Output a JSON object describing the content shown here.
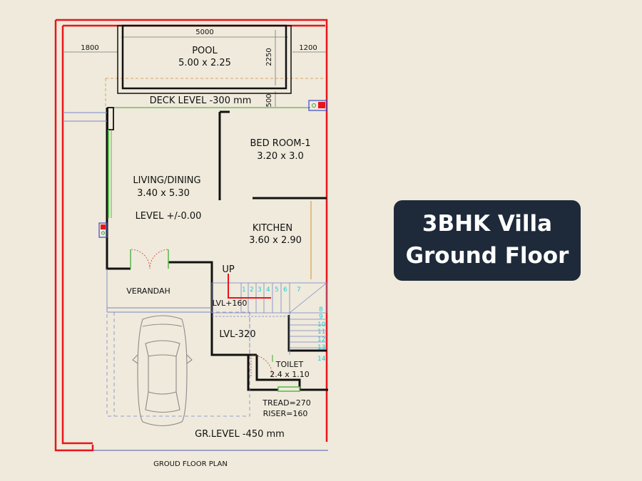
{
  "banner": {
    "line1": "3BHK Villa",
    "line2": "Ground Floor"
  },
  "plan": {
    "caption": "GROUD FLOOR PLAN",
    "dims": {
      "pool_width": "5000",
      "left_setback": "1800",
      "right_setback": "1200",
      "pool_depth": "2250",
      "deck_gap": "500"
    },
    "rooms": {
      "pool_name": "POOL",
      "pool_size": "5.00 x 2.25",
      "deck": "DECK LEVEL -300 mm",
      "bed_name": "BED ROOM-1",
      "bed_size": "3.20 x 3.0",
      "living_name": "LIVING/DINING",
      "living_size": "3.40 x 5.30",
      "living_level": "LEVEL +/-0.00",
      "kitchen_name": "KITCHEN",
      "kitchen_size": "3.60 x 2.90",
      "verandah": "VERANDAH",
      "up": "UP",
      "lvl_160": "LVL+160",
      "lvl_320": "LVL-320",
      "toilet_name": "TOILET",
      "toilet_size": "2.4 x 1.10",
      "tread": "TREAD=270",
      "riser": "RISER=160",
      "gr_level": "GR.LEVEL -450 mm"
    },
    "steps": [
      "1",
      "2",
      "3",
      "4",
      "5",
      "6",
      "7",
      "8",
      "9",
      "10",
      "11",
      "12",
      "13",
      "14"
    ]
  },
  "colors": {
    "banner_bg": "#1e2a3a",
    "plot_line": "#e8141b",
    "wall": "#111111",
    "step_label": "#22c9d6",
    "background": "#efeadb"
  }
}
